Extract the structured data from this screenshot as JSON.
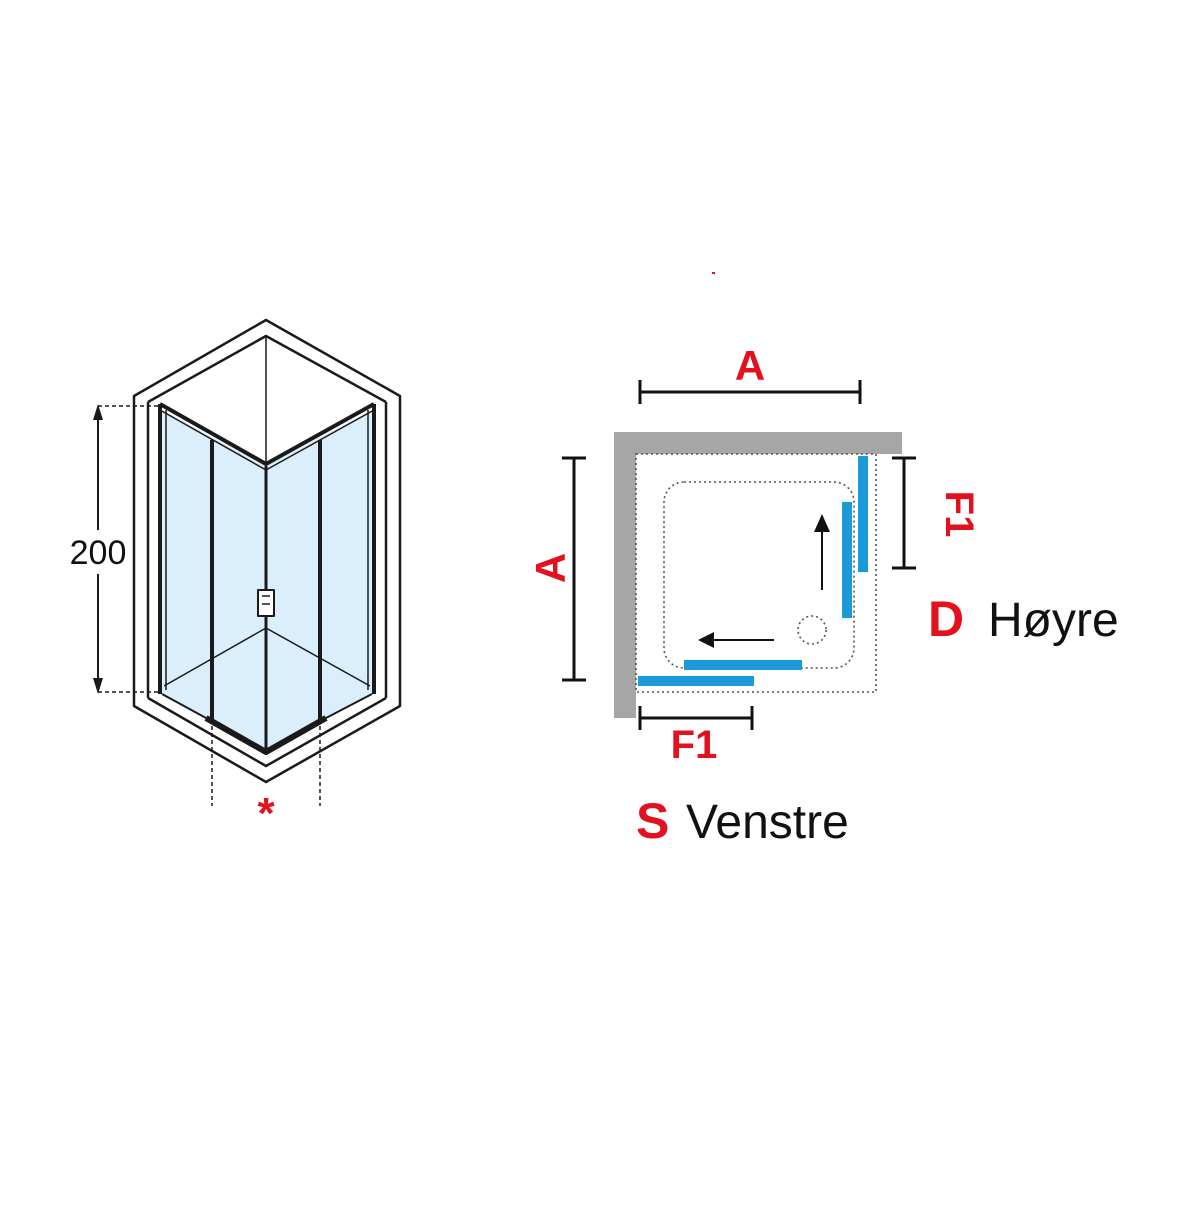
{
  "left_view": {
    "height_label": "200",
    "marker": "*"
  },
  "plan_view": {
    "top_dimension": "A",
    "left_dimension": "A",
    "right_dimension": "F1",
    "bottom_dimension": "F1",
    "right_variant": {
      "code": "D",
      "label": "Høyre"
    },
    "left_variant": {
      "code": "S",
      "label": "Venstre"
    }
  },
  "colors": {
    "accent_red": "#e3101d",
    "glass_blue": "#1a9ad8",
    "wall_gray": "#a6a6a6",
    "glass_tint": "#dbeefb"
  }
}
